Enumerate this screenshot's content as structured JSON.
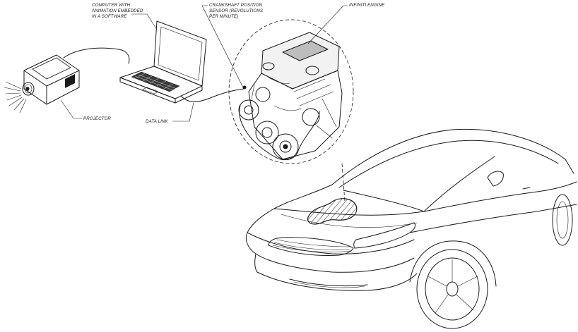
{
  "labels": {
    "computer_line1": "COMPUTER WITH",
    "computer_line2": "ANIMATION EMBEDDED",
    "computer_line3": "IN A SOFTWARE",
    "crank_line1": "CRANKSHAFT POSITION",
    "crank_line2": "SENSOR (REVOLUTIONS",
    "crank_line3": "PER MINUTE)",
    "engine": "INFINITI  ENGINE",
    "projector": "PROJECTOR",
    "data_link": "DATA LINK"
  },
  "icons": {
    "projector": "projector-icon",
    "laptop": "laptop-icon",
    "engine": "engine-illustration",
    "car": "car-illustration"
  },
  "colors": {
    "ink": "#1a1a1a",
    "background": "#ffffff"
  }
}
